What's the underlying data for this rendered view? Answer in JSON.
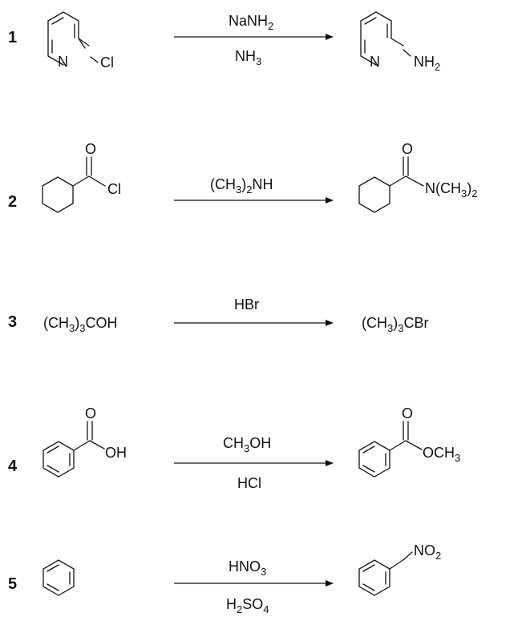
{
  "reactions": [
    {
      "number": "1",
      "reactant": {
        "atom_n": "N",
        "substituent": "Cl"
      },
      "reagent_top": {
        "base": "NaNH",
        "sub": "2",
        "tail": ""
      },
      "reagent_bottom": {
        "base": "NH",
        "sub": "3",
        "tail": ""
      },
      "product": {
        "atom_n": "N",
        "substituent_base": "NH",
        "substituent_sub": "2"
      }
    },
    {
      "number": "2",
      "reactant": {
        "oxygen": "O",
        "substituent": "Cl"
      },
      "reagent_top": {
        "pre": "(CH",
        "sub1": "3",
        "mid": ")",
        "sub2": "2",
        "post": "NH"
      },
      "product": {
        "oxygen": "O",
        "pre": "N(CH",
        "sub1": "3",
        "mid": ")",
        "sub2": "2"
      }
    },
    {
      "number": "3",
      "reactant": {
        "pre": "(CH",
        "sub1": "3",
        "mid": ")",
        "sub2": "3",
        "post": "COH"
      },
      "reagent_top": "HBr",
      "product": {
        "pre": "(CH",
        "sub1": "3",
        "mid": ")",
        "sub2": "3",
        "post": "CBr"
      }
    },
    {
      "number": "4",
      "reactant": {
        "oxygen": "O",
        "substituent": "OH"
      },
      "reagent_top": {
        "pre": "CH",
        "sub": "3",
        "post": "OH"
      },
      "reagent_bottom": "HCl",
      "product": {
        "oxygen": "O",
        "pre": "OCH",
        "sub": "3"
      }
    },
    {
      "number": "5",
      "reagent_top": {
        "pre": "HNO",
        "sub": "3"
      },
      "reagent_bottom": {
        "pre": "H",
        "sub1": "2",
        "mid": "SO",
        "sub2": "4"
      },
      "product": {
        "pre": "NO",
        "sub": "2"
      }
    }
  ]
}
